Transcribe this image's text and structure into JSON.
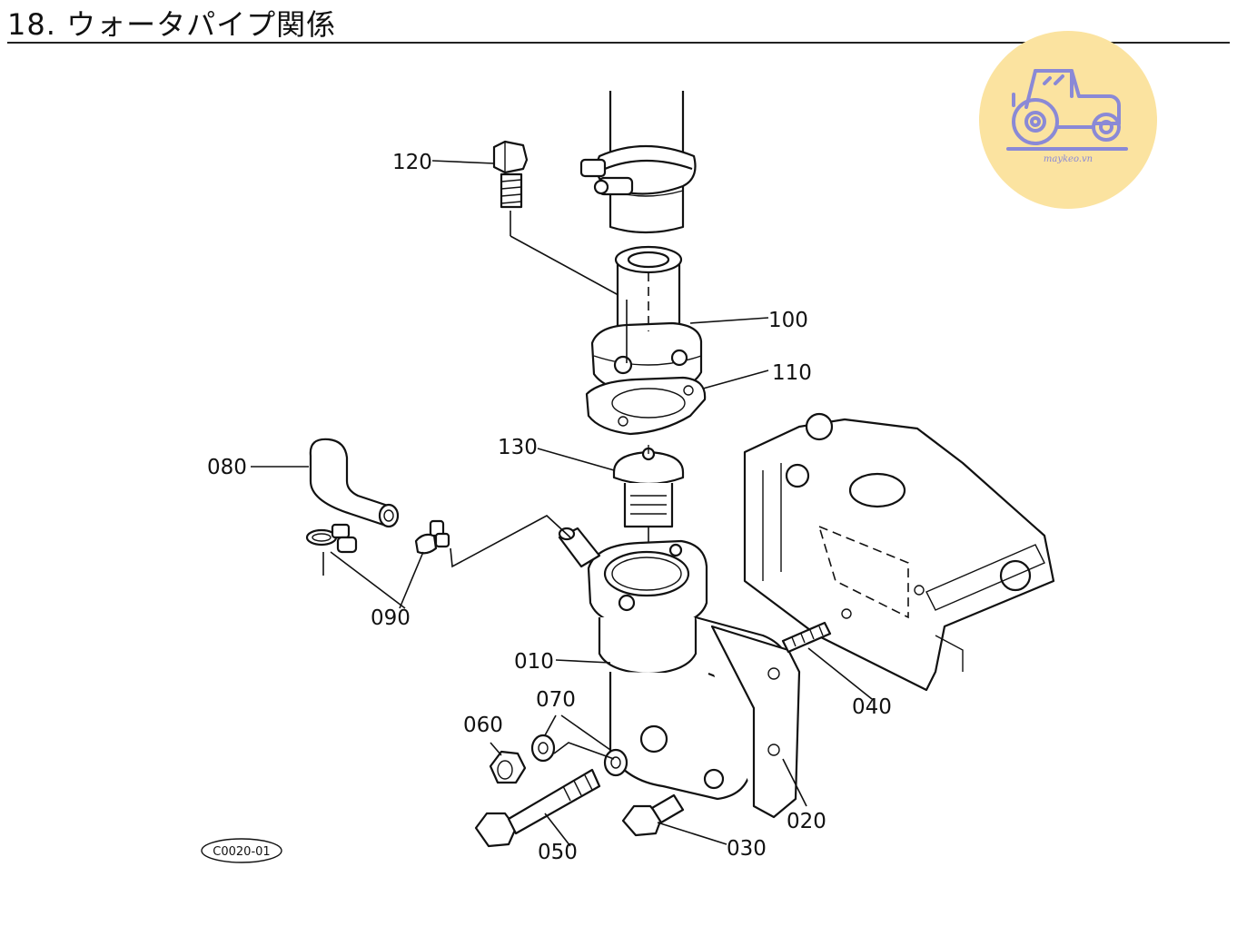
{
  "page": {
    "title": "18. ウォータパイプ関係"
  },
  "diagram": {
    "drawing_code": "C0020-01",
    "watermark_text": "maykeo.vn",
    "part_labels": {
      "p120": "120",
      "p100": "100",
      "p110": "110",
      "p130": "130",
      "p080": "080",
      "p090": "090",
      "p010": "010",
      "p070": "070",
      "p060": "060",
      "p040": "040",
      "p020": "020",
      "p030": "030",
      "p050": "050"
    }
  },
  "colors": {
    "line": "#111111",
    "badge": "#fbe3a0",
    "badge_icon": "#8a89d6"
  }
}
